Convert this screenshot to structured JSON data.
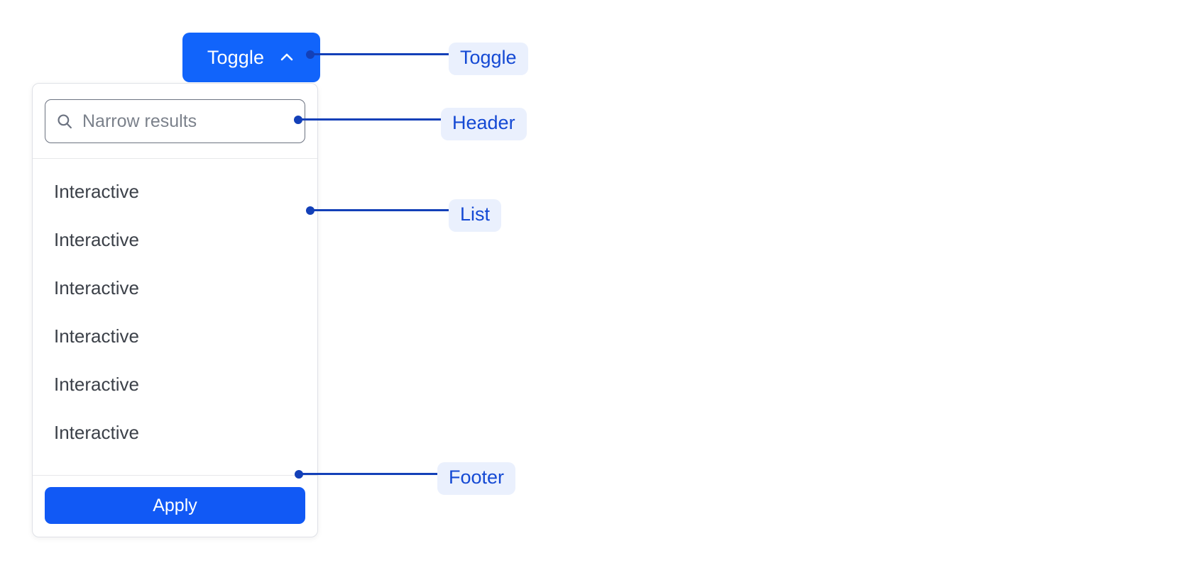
{
  "toggle": {
    "label": "Toggle",
    "icon": "chevron-up-icon",
    "background_color": "#1164fb",
    "text_color": "#ffffff",
    "expanded": true
  },
  "panel": {
    "header": {
      "search": {
        "placeholder": "Narrow results",
        "value": "",
        "icon": "search-icon"
      }
    },
    "list": {
      "items": [
        {
          "label": "Interactive"
        },
        {
          "label": "Interactive"
        },
        {
          "label": "Interactive"
        },
        {
          "label": "Interactive"
        },
        {
          "label": "Interactive"
        },
        {
          "label": "Interactive"
        }
      ]
    },
    "footer": {
      "apply_label": "Apply",
      "apply_background": "#1159f5"
    },
    "border_color": "#dfe1e6",
    "background_color": "#ffffff"
  },
  "annotations": {
    "accent_color": "#1340b8",
    "pill_background": "#eaf0fd",
    "pill_text_color": "#1449d4",
    "items": [
      {
        "label": "Toggle"
      },
      {
        "label": "Header"
      },
      {
        "label": "List"
      },
      {
        "label": "Footer"
      }
    ]
  }
}
